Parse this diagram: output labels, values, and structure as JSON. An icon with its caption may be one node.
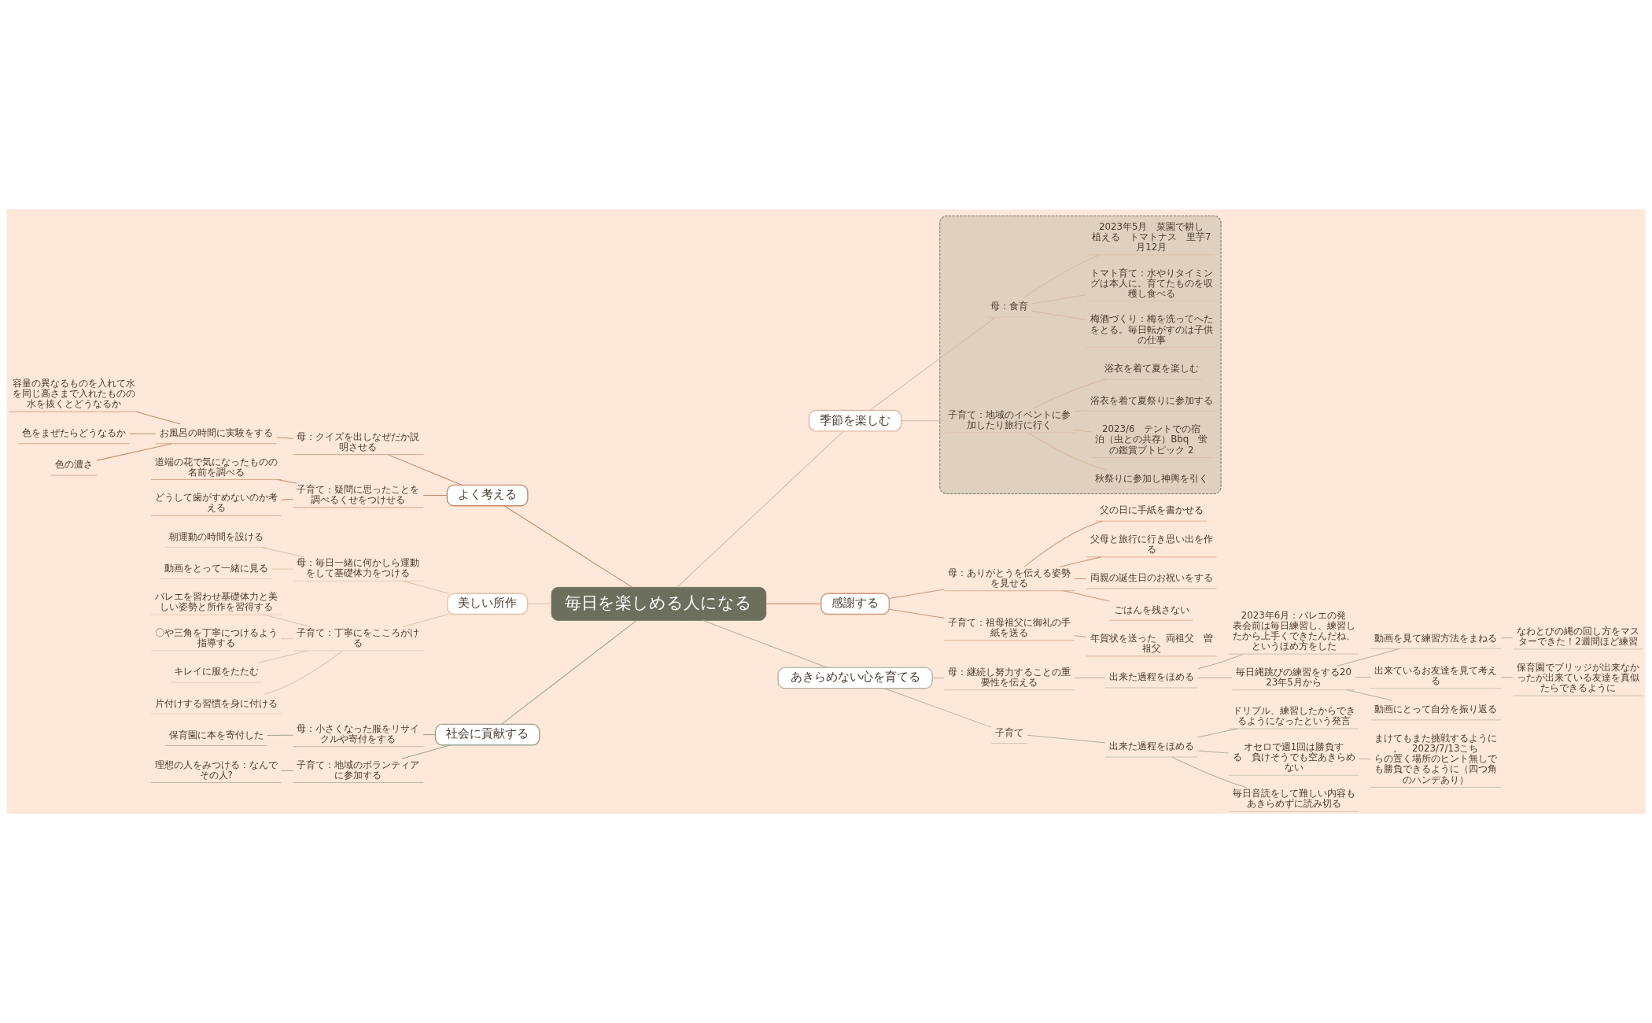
{
  "diagram": {
    "nodes": [
      {
        "text": [
          "毎日を楽しめる人になる"
        ]
      },
      {
        "text": [
          "季節を楽しむ"
        ]
      },
      {
        "text": [],
        "shape": "box"
      },
      {
        "text": [
          "母：食育"
        ],
        "in": 2
      },
      {
        "text": [
          "梅酒づくり：梅を洗ってへたをとる。毎日転がすのは子供の仕事"
        ],
        "in": 2
      },
      {
        "text": [
          "トマト育て：水やりタイミングは本人に。育てたものを収穫し食べる"
        ],
        "in": 2
      },
      {
        "text": [
          "2023年5月　菜園で耕し植える　トマトナス　里芋7月12月"
        ],
        "in": 2
      },
      {
        "text": [
          "子育て：地域のイベントに参加したり旅行に行く"
        ],
        "in": 2
      },
      {
        "text": [
          "秋祭りに参加し神輿を引く"
        ],
        "in": 2
      },
      {
        "text": [
          "2023/6　テントでの宿泊（虫との共存）Bbq　蛍の鑑賞ブトピック 2"
        ],
        "in": 2
      },
      {
        "text": [
          "浴衣を着て夏祭りに参加する"
        ],
        "in": 2
      },
      {
        "text": [
          "浴衣を着て夏を楽しむ"
        ],
        "in": 2
      },
      {
        "text": [
          "感謝する"
        ]
      },
      {
        "text": [
          "母：ありがとうを伝える姿勢を見せる"
        ]
      },
      {
        "text": [
          "父の日に手紙を書かせる"
        ]
      },
      {
        "text": [
          "父母と旅行に行き思い出を作る"
        ]
      },
      {
        "text": [
          "両親の誕生日のお祝いをする"
        ]
      },
      {
        "text": [
          "ごはんを残さない"
        ]
      },
      {
        "text": [
          "子育て：祖母祖父に御礼の手紙を送る"
        ]
      },
      {
        "text": [
          "年賀状を送った　両祖父　曽祖父"
        ]
      },
      {
        "text": [
          "あきらめない心を育てる"
        ]
      },
      {
        "text": [
          "母：継続し努力することの重要性を伝える"
        ]
      },
      {
        "text": [
          "出来た過程をほめる"
        ]
      },
      {
        "text": [
          "2023年6月：バレエの発表会前は毎日練習し、練習したから上手くできたんだね、というほめ方をした"
        ]
      },
      {
        "text": [
          "毎日縄跳びの練習をする2023年5月から"
        ]
      },
      {
        "text": [
          "動画を見て練習方法をまねる"
        ]
      },
      {
        "text": [
          "なわとびの縄の回し方をマスターできた！2週間ほど練習"
        ]
      },
      {
        "text": [
          "出来ているお友達を見て考える"
        ]
      },
      {
        "text": [
          "保育園でブリッジが出来なかったが出来ている友達を真似たらできるように"
        ]
      },
      {
        "text": [
          "動画にとって自分を振り返る"
        ]
      },
      {
        "text": [
          "子育て"
        ]
      },
      {
        "text": [
          "出来た過程をほめる"
        ]
      },
      {
        "text": [
          "ドリブル、練習したからできるようになったという発言"
        ]
      },
      {
        "text": [
          "オセロで週1回は勝負する　負けそうでも空あきらめない"
        ]
      },
      {
        "text": [
          "まけてもまた挑戦するように。　2023/7/13こちらの置く場所のヒント無しでも勝負できるように（四つ角のハンデあり）"
        ]
      },
      {
        "text": [
          "毎日音読をして難しい内容もあきらめずに読み切る"
        ]
      },
      {
        "text": [
          "よく考える"
        ]
      },
      {
        "text": [
          "母：クイズを出しなぜだか説明させる"
        ]
      },
      {
        "text": [
          "お風呂の時間に実験をする"
        ]
      },
      {
        "text": [
          "容量の異なるものを入れて水を同じ高さまで入れたものの水を抜くとどうなるか"
        ]
      },
      {
        "text": [
          "色をまぜたらどうなるか"
        ]
      },
      {
        "text": [
          "色の濃さ"
        ]
      },
      {
        "text": [
          "子育て：疑問に思ったことを調べるくせをつけせる"
        ]
      },
      {
        "text": [
          "道端の花で気になったものの名前を調べる"
        ]
      },
      {
        "text": [
          "どうして歯がすめないのか考える"
        ]
      },
      {
        "text": [
          "美しい所作"
        ]
      },
      {
        "text": [
          "母：毎日一緒に何かしら運動をして基礎体力をつける"
        ]
      },
      {
        "text": [
          "朝運動の時間を設ける"
        ]
      },
      {
        "text": [
          "動画をとって一緒に見る"
        ]
      },
      {
        "text": [
          "子育て：丁寧にをこころがける"
        ]
      },
      {
        "text": [
          "バレエを習わせ基礎体力と美しい姿勢と所作を習得する"
        ]
      },
      {
        "text": [
          "〇や三角を丁寧につけるよう指導する"
        ]
      },
      {
        "text": [
          "キレイに服をたたむ"
        ]
      },
      {
        "text": [
          "片付けする習慣を身に付ける"
        ]
      },
      {
        "text": [
          "社会に貢献する"
        ]
      },
      {
        "text": [
          "母：小さくなった服をリサイクルや寄付をする"
        ]
      },
      {
        "text": [
          "保育園に本を寄付した"
        ]
      },
      {
        "text": [
          "子育て：地域のボランティアに参加する"
        ]
      },
      {
        "text": [
          "理想の人をみつける：なんでその人?"
        ]
      }
    ],
    "edges": [
      {
        "from": 0,
        "to": 1,
        "arrow": "none",
        "color": "#d8b9a3"
      },
      {
        "from": 1,
        "to": 3,
        "arrow": "none",
        "color": "#d8b9a3"
      },
      {
        "from": 3,
        "to": 4,
        "arrow": "none",
        "color": "#d8b9a3"
      },
      {
        "from": 3,
        "to": 5,
        "arrow": "none",
        "color": "#d8b9a3"
      },
      {
        "from": 3,
        "to": 6,
        "arrow": "none",
        "color": "#d8b9a3"
      },
      {
        "from": 1,
        "to": 7,
        "arrow": "none",
        "color": "#d8b9a3"
      },
      {
        "from": 7,
        "to": 8,
        "arrow": "none",
        "color": "#d8b9a3"
      },
      {
        "from": 7,
        "to": 9,
        "arrow": "none",
        "color": "#d8b9a3"
      },
      {
        "from": 7,
        "to": 10,
        "arrow": "none",
        "color": "#d8b9a3"
      },
      {
        "from": 7,
        "to": 11,
        "arrow": "none",
        "color": "#d8b9a3"
      },
      {
        "from": 0,
        "to": 12,
        "arrow": "none",
        "color": "#d4967a"
      },
      {
        "from": 12,
        "to": 13,
        "arrow": "none",
        "color": "#d4967a"
      },
      {
        "from": 13,
        "to": 14,
        "arrow": "none",
        "color": "#d4967a"
      },
      {
        "from": 13,
        "to": 15,
        "arrow": "none",
        "color": "#d4967a"
      },
      {
        "from": 13,
        "to": 16,
        "arrow": "none",
        "color": "#d4967a"
      },
      {
        "from": 13,
        "to": 17,
        "arrow": "none",
        "color": "#d4967a"
      },
      {
        "from": 12,
        "to": 18,
        "arrow": "none",
        "color": "#d4967a"
      },
      {
        "from": 18,
        "to": 19,
        "arrow": "none",
        "color": "#d4967a"
      },
      {
        "from": 0,
        "to": 20,
        "arrow": "none",
        "color": "#b3b59d"
      },
      {
        "from": 20,
        "to": 21,
        "arrow": "none",
        "color": "#b3b59d"
      },
      {
        "from": 21,
        "to": 22,
        "arrow": "none",
        "color": "#b3b59d"
      },
      {
        "from": 22,
        "to": 23,
        "arrow": "none",
        "color": "#b3b59d"
      },
      {
        "from": 22,
        "to": 24,
        "arrow": "none",
        "color": "#b3b59d"
      },
      {
        "from": 24,
        "to": 25,
        "arrow": "none",
        "color": "#b3b59d"
      },
      {
        "from": 25,
        "to": 26,
        "arrow": "none",
        "color": "#b3b59d"
      },
      {
        "from": 24,
        "to": 27,
        "arrow": "none",
        "color": "#b3b59d"
      },
      {
        "from": 27,
        "to": 28,
        "arrow": "none",
        "color": "#b3b59d"
      },
      {
        "from": 24,
        "to": 29,
        "arrow": "none",
        "color": "#b3b59d"
      },
      {
        "from": 20,
        "to": 30,
        "arrow": "none",
        "color": "#b3b59d"
      },
      {
        "from": 30,
        "to": 31,
        "arrow": "none",
        "color": "#b3b59d"
      },
      {
        "from": 31,
        "to": 32,
        "arrow": "none",
        "color": "#b3b59d"
      },
      {
        "from": 31,
        "to": 33,
        "arrow": "none",
        "color": "#b3b59d"
      },
      {
        "from": 33,
        "to": 34,
        "arrow": "none",
        "color": "#b3b59d"
      },
      {
        "from": 31,
        "to": 35,
        "arrow": "none",
        "color": "#b3b59d"
      },
      {
        "from": 36,
        "to": 0,
        "arrow": "none",
        "color": "#c98a6c"
      },
      {
        "from": 37,
        "to": 36,
        "arrow": "none",
        "color": "#c98a6c"
      },
      {
        "from": 38,
        "to": 37,
        "arrow": "none",
        "color": "#c98a6c"
      },
      {
        "from": 39,
        "to": 38,
        "arrow": "none",
        "color": "#c98a6c"
      },
      {
        "from": 40,
        "to": 38,
        "arrow": "none",
        "color": "#c98a6c"
      },
      {
        "from": 41,
        "to": 38,
        "arrow": "none",
        "color": "#c98a6c"
      },
      {
        "from": 42,
        "to": 36,
        "arrow": "none",
        "color": "#c98a6c"
      },
      {
        "from": 43,
        "to": 42,
        "arrow": "none",
        "color": "#c98a6c"
      },
      {
        "from": 44,
        "to": 42,
        "arrow": "none",
        "color": "#c98a6c"
      },
      {
        "from": 45,
        "to": 0,
        "arrow": "none",
        "color": "#e2c2ab"
      },
      {
        "from": 46,
        "to": 45,
        "arrow": "none",
        "color": "#e2c2ab"
      },
      {
        "from": 47,
        "to": 46,
        "arrow": "none",
        "color": "#e2c2ab"
      },
      {
        "from": 48,
        "to": 46,
        "arrow": "none",
        "color": "#e2c2ab"
      },
      {
        "from": 49,
        "to": 45,
        "arrow": "none",
        "color": "#e2c2ab"
      },
      {
        "from": 50,
        "to": 49,
        "arrow": "none",
        "color": "#e2c2ab"
      },
      {
        "from": 51,
        "to": 49,
        "arrow": "none",
        "color": "#e2c2ab"
      },
      {
        "from": 52,
        "to": 49,
        "arrow": "none",
        "color": "#e2c2ab"
      },
      {
        "from": 53,
        "to": 49,
        "arrow": "none",
        "color": "#e2c2ab"
      },
      {
        "from": 54,
        "to": 0,
        "arrow": "none",
        "color": "#9da58f"
      },
      {
        "from": 55,
        "to": 54,
        "arrow": "none",
        "color": "#9da58f"
      },
      {
        "from": 56,
        "to": 55,
        "arrow": "none",
        "color": "#9da58f"
      },
      {
        "from": 57,
        "to": 54,
        "arrow": "none",
        "color": "#9da58f"
      },
      {
        "from": 58,
        "to": 57,
        "arrow": "none",
        "color": "#9da58f"
      }
    ]
  }
}
